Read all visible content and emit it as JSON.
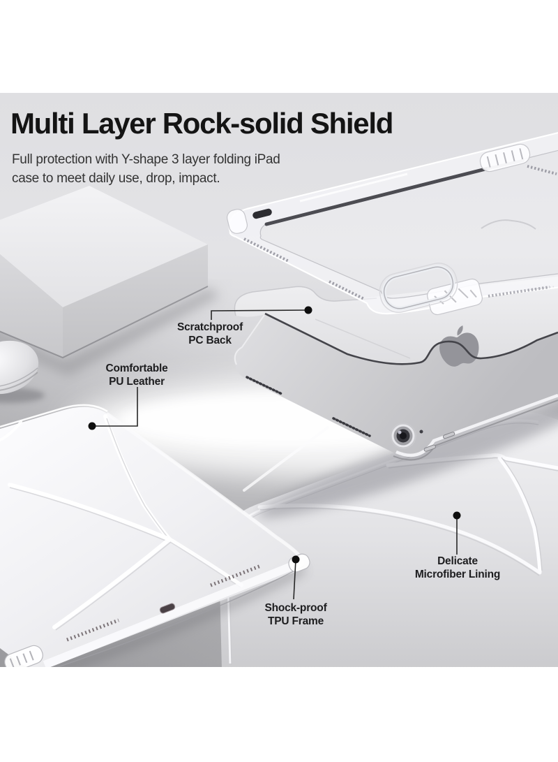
{
  "header": {
    "title": "Multi Layer Rock-solid Shield",
    "subtitle_line1": "Full protection with Y-shape 3 layer folding iPad",
    "subtitle_line2": "case to meet daily use, drop, impact."
  },
  "callouts": {
    "pc_back": {
      "line1": "Scratchproof",
      "line2": "PC Back"
    },
    "pu_leather": {
      "line1": "Comfortable",
      "line2": "PU Leather"
    },
    "tpu_frame": {
      "line1": "Shock-proof",
      "line2": "TPU Frame"
    },
    "microfiber": {
      "line1": "Delicate",
      "line2": "Microfiber Lining"
    }
  },
  "colors": {
    "page_background": "#ffffff",
    "photo_top": "#dfdfe2",
    "photo_bottom": "#a6a6a9",
    "title_text": "#141414",
    "subtitle_text": "#333333",
    "callout_text": "#1d1d1f",
    "callout_line": "#262626",
    "ipad_silver": "#cbcbce",
    "apple_logo_gray": "#94949a"
  }
}
